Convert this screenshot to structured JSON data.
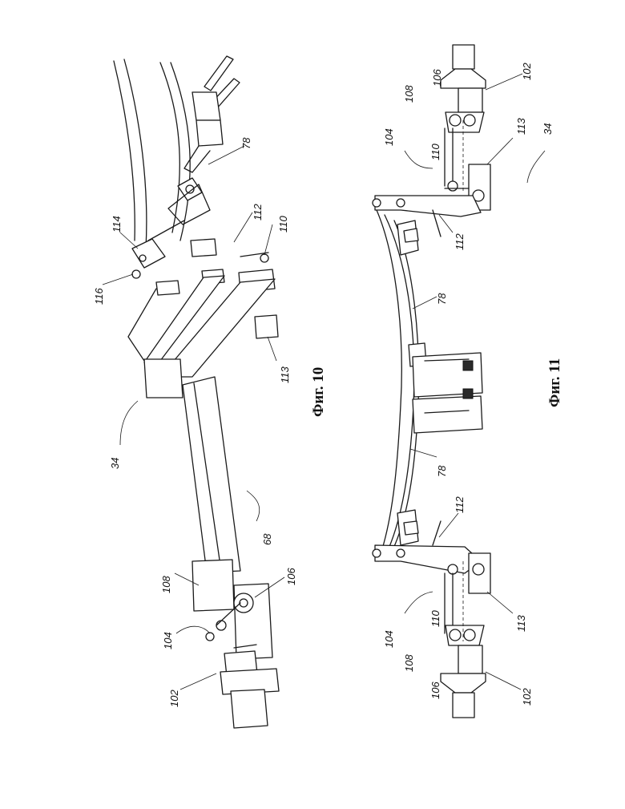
{
  "figures": [
    {
      "caption": "Фиг. 10"
    },
    {
      "caption": "Фиг. 11"
    }
  ],
  "labels": {
    "f10_34": "34",
    "f10_68": "68",
    "f10_78": "78",
    "f10_102": "102",
    "f10_104": "104",
    "f10_106": "106",
    "f10_108": "108",
    "f10_110": "110",
    "f10_112": "112",
    "f10_113": "113",
    "f10_114": "114",
    "f10_116": "116",
    "f11_34": "34",
    "f11_78a": "78",
    "f11_78b": "78",
    "f11_102a": "102",
    "f11_102b": "102",
    "f11_104a": "104",
    "f11_104b": "104",
    "f11_106a": "106",
    "f11_106b": "106",
    "f11_108a": "108",
    "f11_108b": "108",
    "f11_110a": "110",
    "f11_110b": "110",
    "f11_112a": "112",
    "f11_112b": "112",
    "f11_113a": "113",
    "f11_113b": "113"
  }
}
